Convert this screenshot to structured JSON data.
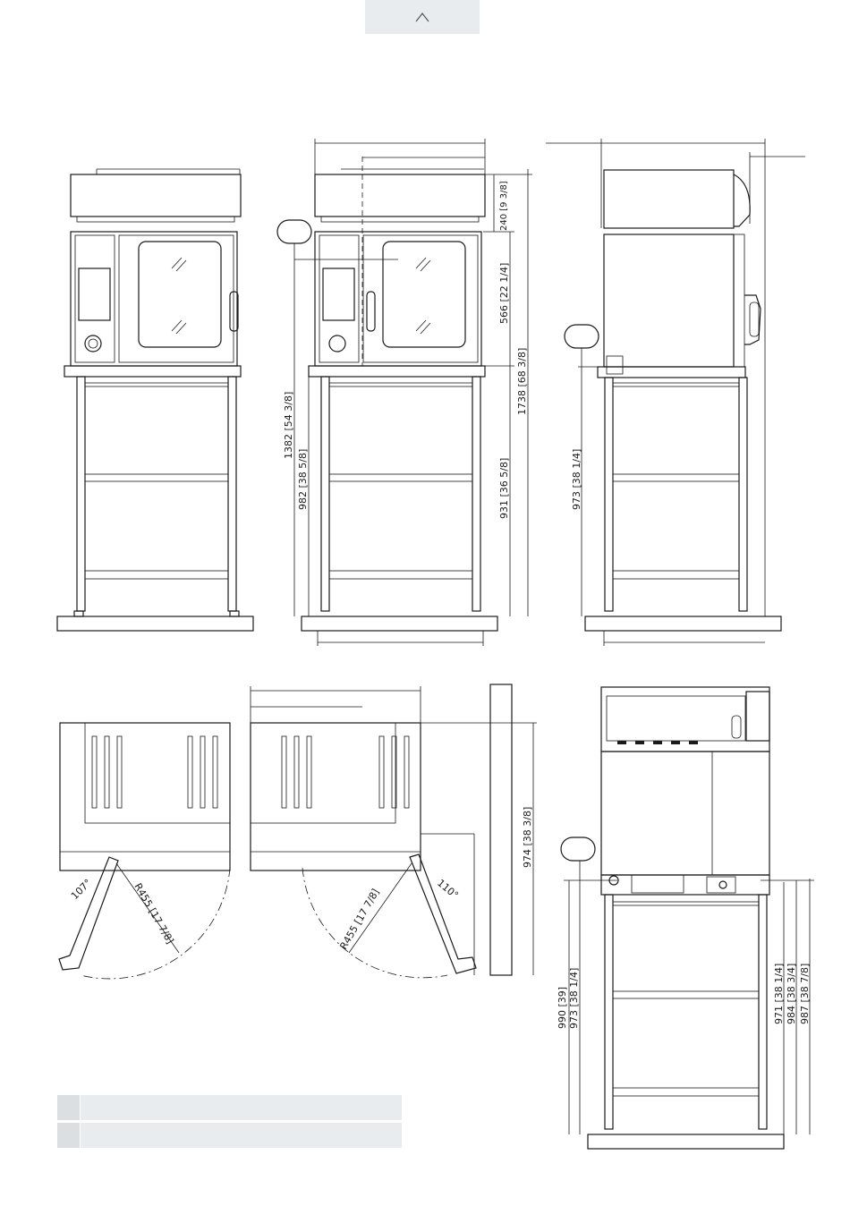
{
  "nav": {
    "collapse_icon": "chevron-up-icon"
  },
  "labels": {
    "front": {
      "total_height": "1382 [54 3/8]",
      "stand_height": "982 [38 5/8]",
      "top_section": "240 [9 3/8]",
      "door_section": "566 [22 1/4]",
      "overall_height": "1738 [68 3/8]",
      "lower_section": "931 [36 5/8]"
    },
    "side": {
      "stand_height": "973 [38 1/4]"
    },
    "plan": {
      "radius_left": "R455 [17 7/8]",
      "radius_right": "R455 [17 7/8]",
      "angle_left": "107°",
      "angle_right": "110°",
      "depth": "974 [38 3/8]"
    },
    "rear": {
      "h1": "990 [39]",
      "h2": "973 [38 1/4]",
      "h3": "971 [38 1/4]",
      "h4": "984 [38 3/4]",
      "h5": "987 [38 7/8]"
    }
  },
  "legend": {
    "rows": 2
  }
}
